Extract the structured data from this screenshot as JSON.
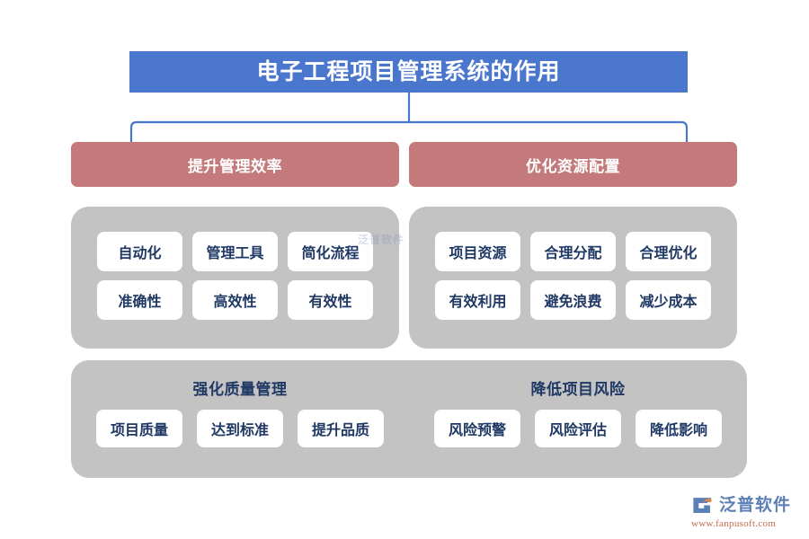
{
  "title": {
    "text": "电子工程项目管理系统的作用",
    "bg_color": "#4a76cd",
    "text_color": "#ffffff"
  },
  "connector": {
    "color": "#4a76cd",
    "style": "bracket"
  },
  "categories": [
    {
      "id": "improve-management-efficiency",
      "label": "提升管理效率",
      "bg_color": "#c47a7a",
      "panel_color": "#c3c3c3",
      "items": [
        [
          "自动化",
          "管理工具",
          "简化流程"
        ],
        [
          "准确性",
          "高效性",
          "有效性"
        ]
      ]
    },
    {
      "id": "optimize-resource-allocation",
      "label": "优化资源配置",
      "bg_color": "#c47a7a",
      "panel_color": "#c3c3c3",
      "items": [
        [
          "项目资源",
          "合理分配",
          "合理优化"
        ],
        [
          "有效利用",
          "避免浪费",
          "减少成本"
        ]
      ]
    }
  ],
  "bottom": {
    "panel_color": "#c3c3c3",
    "groups": [
      {
        "id": "strengthen-quality-management",
        "heading": "强化质量管理",
        "items": [
          "项目质量",
          "达到标准",
          "提升品质"
        ]
      },
      {
        "id": "reduce-project-risk",
        "heading": "降低项目风险",
        "items": [
          "风险预警",
          "风险评估",
          "降低影响"
        ]
      }
    ]
  },
  "watermarks": {
    "center": "泛普软件"
  },
  "logo": {
    "name": "泛普软件",
    "url": "www.fanpusoft.com",
    "name_color": "#5c7fb5",
    "url_color": "#c86a4a"
  }
}
